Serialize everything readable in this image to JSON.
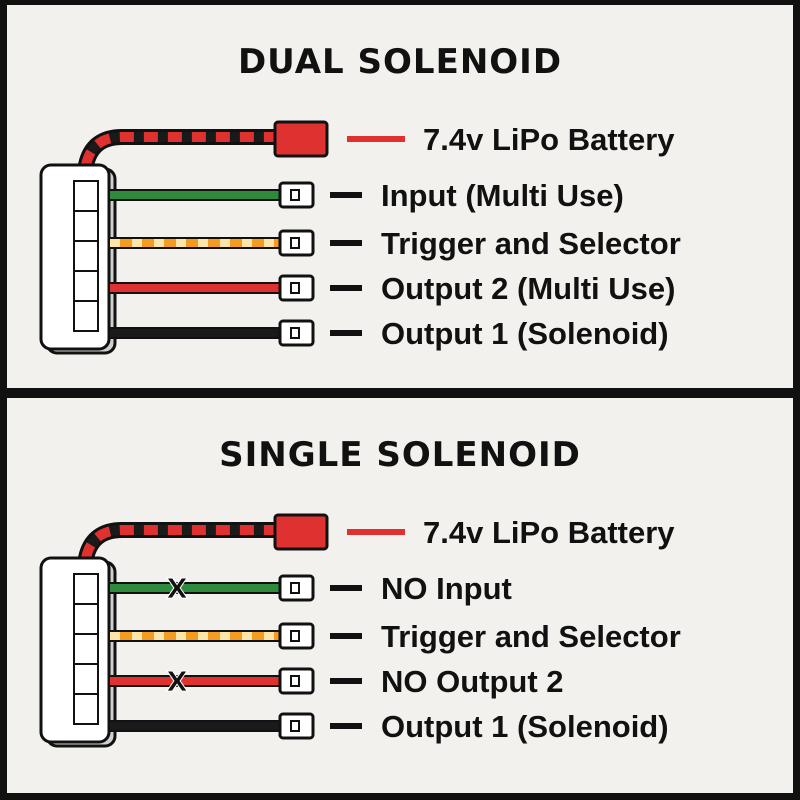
{
  "colors": {
    "background": "#f3f1ed",
    "frame": "#111111",
    "wire_red": "#e03131",
    "wire_green": "#2e8b3e",
    "wire_orange": "#f39c1f",
    "wire_orange_stripe": "#ffe4a8",
    "wire_black": "#1a1a1a",
    "battery_plug": "#e03131",
    "connector_body": "#ffffff",
    "connector_shadow": "#cfcfcf"
  },
  "panels": [
    {
      "id": "dual",
      "title": "DUAL SOLENOID",
      "battery_label": "7.4v LiPo Battery",
      "wires": [
        {
          "id": "input",
          "label": "Input (Multi Use)",
          "color": "wire_green",
          "disabled": false
        },
        {
          "id": "trigger",
          "label": "Trigger and Selector",
          "color": "wire_orange",
          "disabled": false
        },
        {
          "id": "output2",
          "label": "Output 2 (Multi Use)",
          "color": "wire_red",
          "disabled": false
        },
        {
          "id": "output1",
          "label": "Output 1 (Solenoid)",
          "color": "wire_black",
          "disabled": false
        }
      ]
    },
    {
      "id": "single",
      "title": "SINGLE SOLENOID",
      "battery_label": "7.4v LiPo Battery",
      "wires": [
        {
          "id": "input",
          "label": "NO Input",
          "color": "wire_green",
          "disabled": true
        },
        {
          "id": "trigger",
          "label": "Trigger and Selector",
          "color": "wire_orange",
          "disabled": false
        },
        {
          "id": "output2",
          "label": "NO Output 2",
          "color": "wire_red",
          "disabled": true
        },
        {
          "id": "output1",
          "label": "Output 1 (Solenoid)",
          "color": "wire_black",
          "disabled": false
        }
      ]
    }
  ],
  "disabled_mark": "X"
}
